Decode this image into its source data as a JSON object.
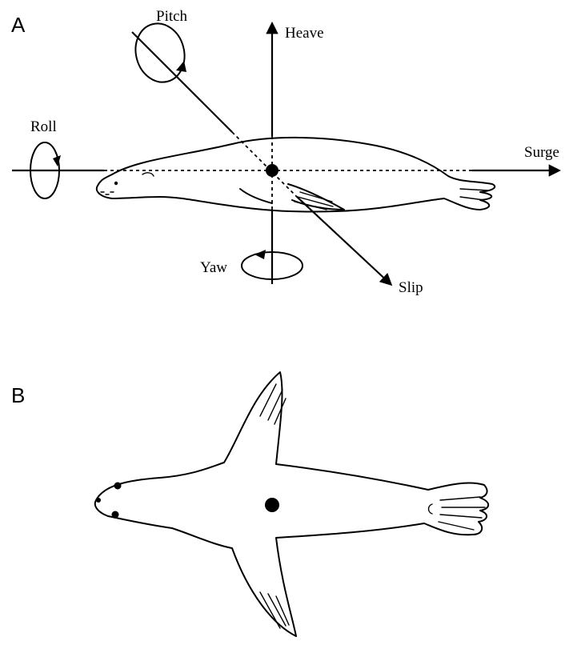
{
  "panels": {
    "a": {
      "letter": "A"
    },
    "b": {
      "letter": "B"
    }
  },
  "axes": {
    "heave": "Heave",
    "pitch": "Pitch",
    "roll": "Roll",
    "surge": "Surge",
    "yaw": "Yaw",
    "slip": "Slip"
  },
  "colors": {
    "ink": "#000000",
    "background": "#ffffff"
  }
}
